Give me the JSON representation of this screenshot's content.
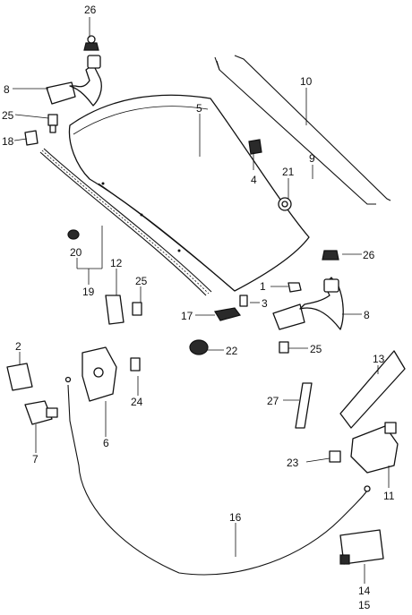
{
  "callouts": {
    "c1": "1",
    "c2": "2",
    "c3": "3",
    "c4": "4",
    "c5": "5",
    "c6": "6",
    "c7": "7",
    "c8a": "8",
    "c8b": "8",
    "c9": "9",
    "c10": "10",
    "c11": "11",
    "c12": "12",
    "c13": "13",
    "c14": "14",
    "c15": "15",
    "c16": "16",
    "c17": "17",
    "c18": "18",
    "c19": "19",
    "c20": "20",
    "c21": "21",
    "c22": "22",
    "c23": "23",
    "c24": "24",
    "c25a": "25",
    "c25b": "25",
    "c25c": "25",
    "c26a": "26",
    "c26b": "26",
    "c27": "27"
  }
}
